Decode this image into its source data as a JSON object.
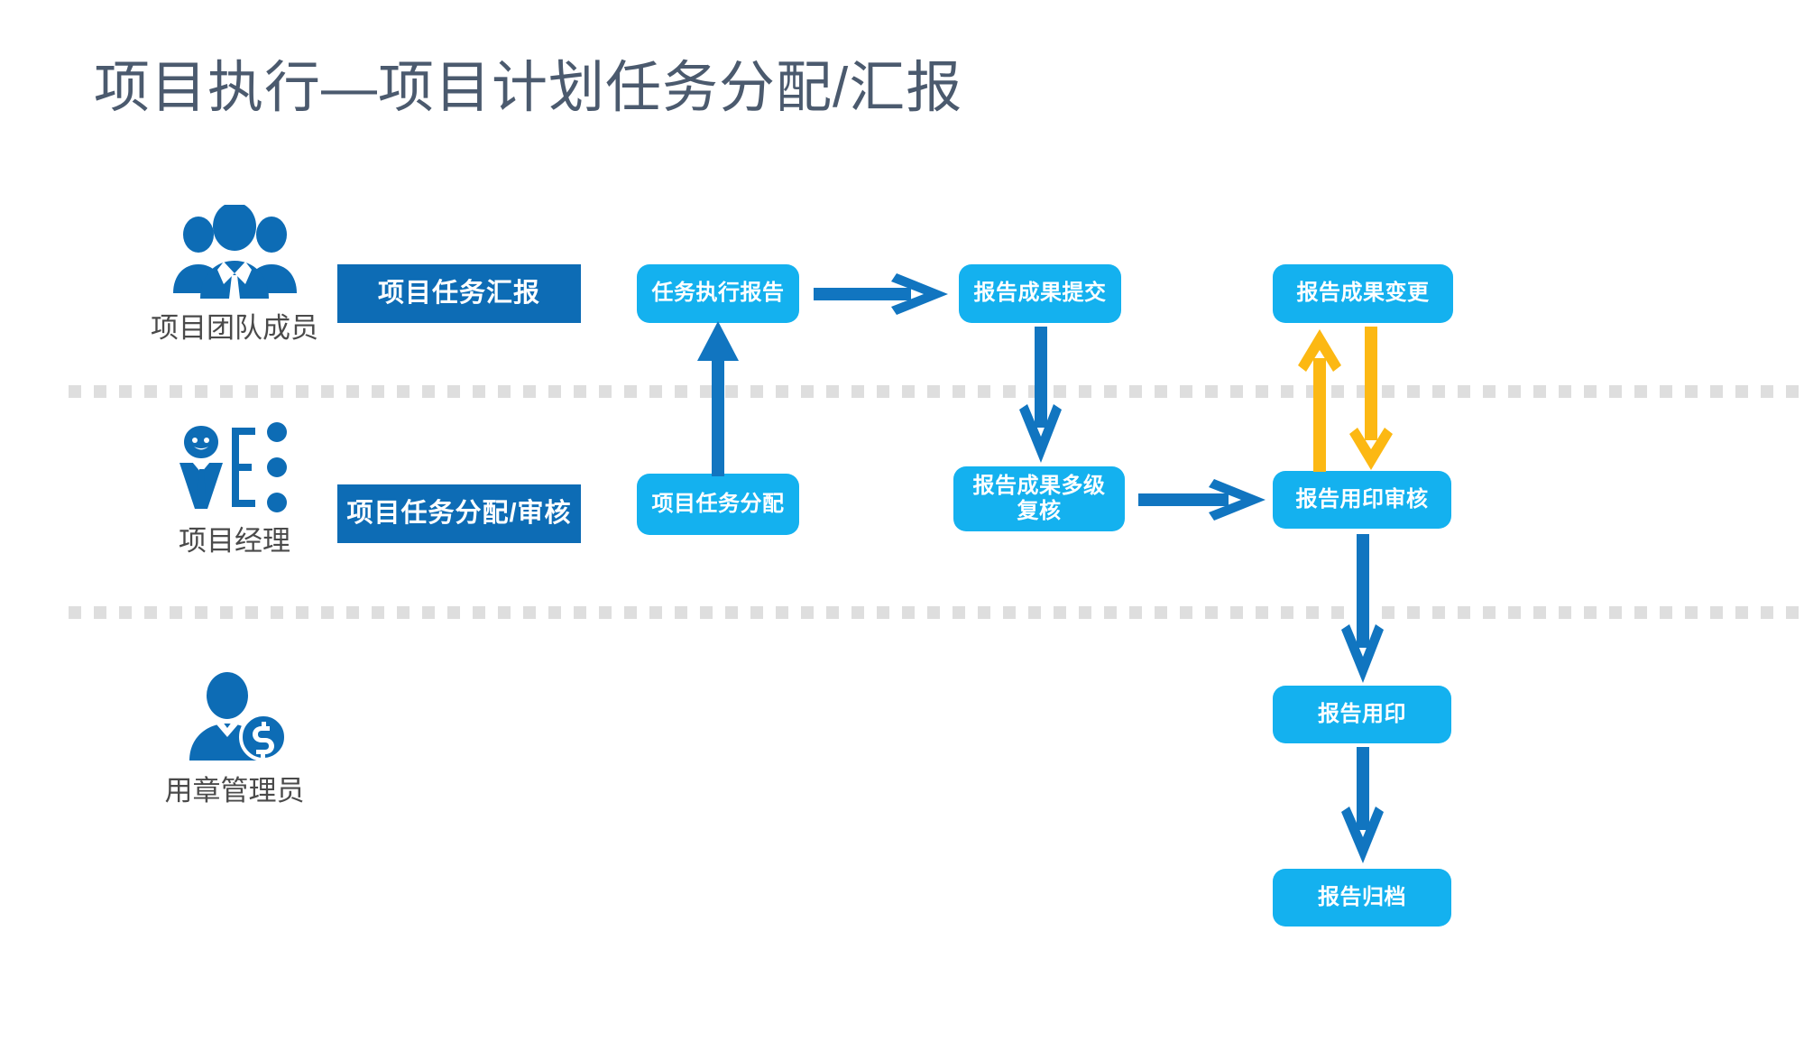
{
  "page": {
    "title": "项目执行—项目计划任务分配/汇报",
    "background": "#ffffff",
    "title_color": "#4b5a6e"
  },
  "colors": {
    "dark_blue": "#0d6cb5",
    "light_blue": "#14b1ef",
    "arrow_blue": "#1175c0",
    "arrow_yellow": "#fcb813",
    "divider_gray": "#dedede",
    "role_label": "#4a4a4a"
  },
  "lanes": [
    {
      "id": "lane-team",
      "role_label": "项目团队成员",
      "role_icon": "team-group-icon",
      "phase_label": "项目任务汇报"
    },
    {
      "id": "lane-manager",
      "role_label": "项目经理",
      "role_icon": "manager-person-icon",
      "phase_label": "项目任务分配/审核"
    },
    {
      "id": "lane-seal",
      "role_label": "用章管理员",
      "role_icon": "seal-admin-icon",
      "phase_label": ""
    }
  ],
  "nodes": [
    {
      "id": "n-task-report",
      "label": "任务执行报告",
      "lane": "lane-team",
      "style": "light"
    },
    {
      "id": "n-result-submit",
      "label": "报告成果提交",
      "lane": "lane-team",
      "style": "light"
    },
    {
      "id": "n-result-change",
      "label": "报告成果变更",
      "lane": "lane-team",
      "style": "light"
    },
    {
      "id": "n-task-assign",
      "label": "项目任务分配",
      "lane": "lane-manager",
      "style": "light"
    },
    {
      "id": "n-multilevel-review",
      "label": "报告成果多级复核",
      "lane": "lane-manager",
      "style": "light"
    },
    {
      "id": "n-seal-review",
      "label": "报告用印审核",
      "lane": "lane-manager",
      "style": "light"
    },
    {
      "id": "n-seal-apply",
      "label": "报告用印",
      "lane": "lane-seal",
      "style": "light"
    },
    {
      "id": "n-archive",
      "label": "报告归档",
      "lane": "lane-seal",
      "style": "light"
    }
  ],
  "connectors": [
    {
      "id": "c1",
      "from": "n-task-assign",
      "to": "n-task-report",
      "direction": "up",
      "color": "#1175c0"
    },
    {
      "id": "c2",
      "from": "n-task-report",
      "to": "n-result-submit",
      "direction": "right",
      "color": "#1175c0"
    },
    {
      "id": "c3",
      "from": "n-result-submit",
      "to": "n-multilevel-review",
      "direction": "down",
      "color": "#1175c0"
    },
    {
      "id": "c4",
      "from": "n-multilevel-review",
      "to": "n-seal-review",
      "direction": "right",
      "color": "#1175c0"
    },
    {
      "id": "c5",
      "from": "n-seal-review",
      "to": "n-result-change",
      "direction": "up",
      "color": "#fcb813"
    },
    {
      "id": "c6",
      "from": "n-result-change",
      "to": "n-seal-review",
      "direction": "down",
      "color": "#fcb813"
    },
    {
      "id": "c7",
      "from": "n-seal-review",
      "to": "n-seal-apply",
      "direction": "down",
      "color": "#1175c0"
    },
    {
      "id": "c8",
      "from": "n-seal-apply",
      "to": "n-archive",
      "direction": "down",
      "color": "#1175c0"
    }
  ]
}
